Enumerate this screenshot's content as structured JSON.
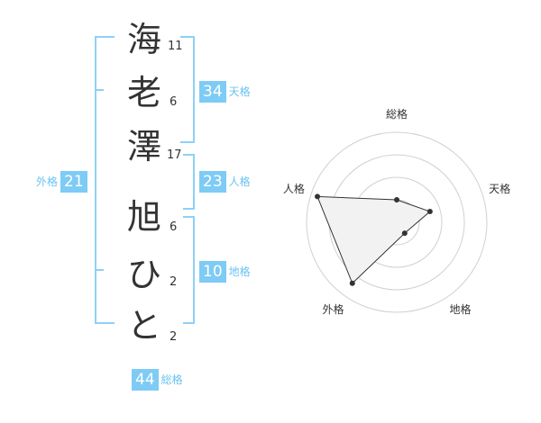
{
  "name": {
    "surname": [
      {
        "char": "海",
        "strokes": "11"
      },
      {
        "char": "老",
        "strokes": "6"
      },
      {
        "char": "澤",
        "strokes": "17"
      }
    ],
    "given": [
      {
        "char": "旭",
        "strokes": "6"
      },
      {
        "char": "ひ",
        "strokes": "2"
      },
      {
        "char": "と",
        "strokes": "2"
      }
    ]
  },
  "fortunes": {
    "tenkaku": {
      "value": "34",
      "label": "天格"
    },
    "jinkaku": {
      "value": "23",
      "label": "人格"
    },
    "chikaku": {
      "value": "10",
      "label": "地格"
    },
    "gaikaku": {
      "value": "21",
      "label": "外格"
    },
    "soukaku": {
      "value": "44",
      "label": "総格"
    }
  },
  "colors": {
    "accent": "#7ecbf5",
    "accent_text": "#6ac3f2",
    "bracket": "#8fd0f5"
  },
  "chart_data": {
    "type": "radar",
    "axes": [
      "総格",
      "天格",
      "地格",
      "外格",
      "人格"
    ],
    "series": [
      {
        "values": [
          1.0,
          1.55,
          0.6,
          3.35,
          3.7
        ]
      }
    ],
    "rlim": [
      0,
      4
    ],
    "rings": 4
  }
}
